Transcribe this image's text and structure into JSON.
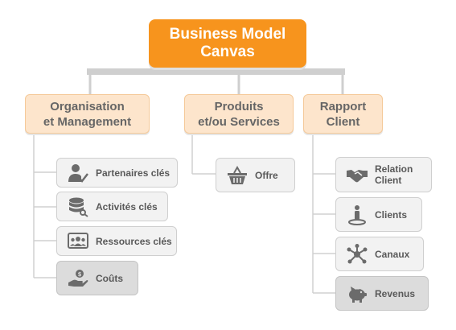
{
  "root": {
    "title": "Business Model\nCanvas"
  },
  "categories": [
    {
      "label": "Organisation\net Management"
    },
    {
      "label": "Produits\net/ou Services"
    },
    {
      "label": "Rapport\nClient"
    }
  ],
  "org_items": [
    {
      "label": "Partenaires clés",
      "icon": "partner-icon"
    },
    {
      "label": "Activités clés",
      "icon": "database-key-icon"
    },
    {
      "label": "Ressources clés",
      "icon": "team-icon"
    },
    {
      "label": "Coûts",
      "icon": "money-hand-icon"
    }
  ],
  "prod_items": [
    {
      "label": "Offre",
      "icon": "basket-icon"
    }
  ],
  "client_items": [
    {
      "label": "Relation\nClient",
      "icon": "handshake-icon"
    },
    {
      "label": "Clients",
      "icon": "person-pin-icon"
    },
    {
      "label": "Canaux",
      "icon": "network-icon"
    },
    {
      "label": "Revenus",
      "icon": "piggy-bank-icon"
    }
  ],
  "colors": {
    "accent": "#f7941d",
    "category_fill": "#fde5cc",
    "leaf_fill": "#f2f2f2",
    "icon": "#6b6b6b"
  }
}
